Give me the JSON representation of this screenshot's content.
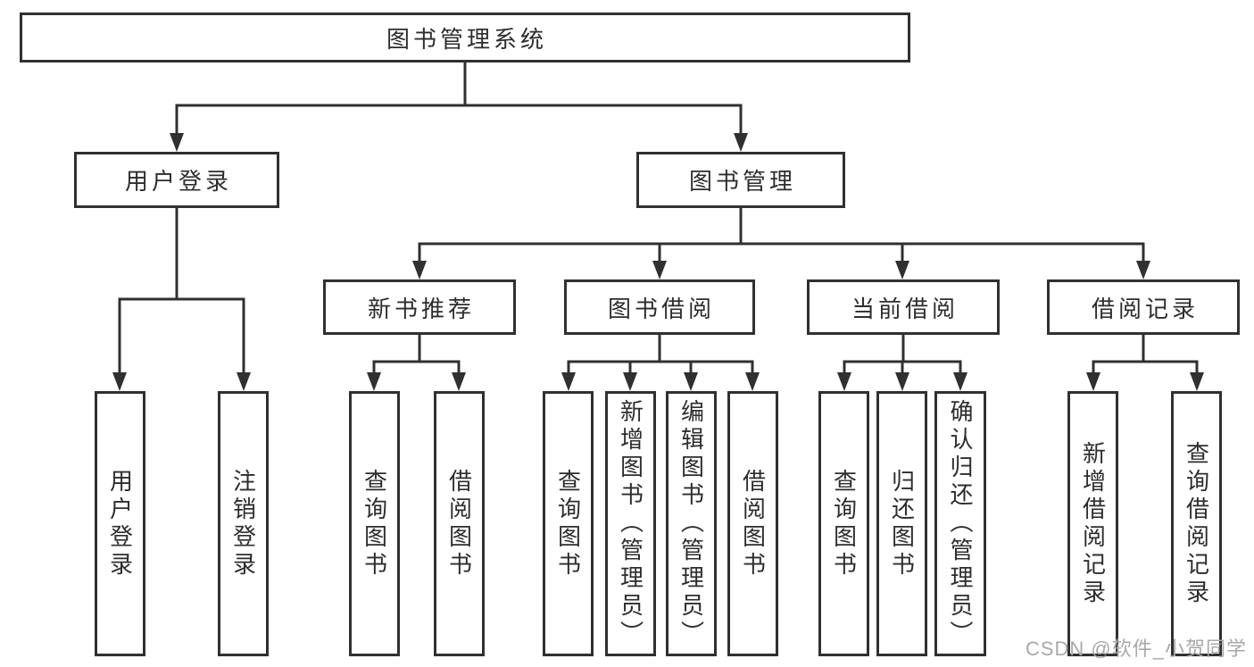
{
  "diagram": {
    "root": {
      "label": "图书管理系统"
    },
    "level2": [
      {
        "label": "用户登录",
        "children": [
          "用户登录",
          "注销登录"
        ]
      },
      {
        "label": "图书管理",
        "children": [
          {
            "label": "新书推荐",
            "children": [
              "查询图书",
              "借阅图书"
            ]
          },
          {
            "label": "图书借阅",
            "children": [
              "查询图书",
              "新增图书（管理员）",
              "编辑图书（管理员）",
              "借阅图书"
            ]
          },
          {
            "label": "当前借阅",
            "children": [
              "查询图书",
              "归还图书",
              "确认归还（管理员）"
            ]
          },
          {
            "label": "借阅记录",
            "children": [
              "新增借阅记录",
              "查询借阅记录"
            ]
          }
        ]
      }
    ]
  },
  "watermark": {
    "text": "CSDN @软件_小贺同学"
  },
  "colors": {
    "line": "#303030",
    "text": "#2d2d2d",
    "watermark": "#a8a8a8",
    "background": "#ffffff"
  }
}
